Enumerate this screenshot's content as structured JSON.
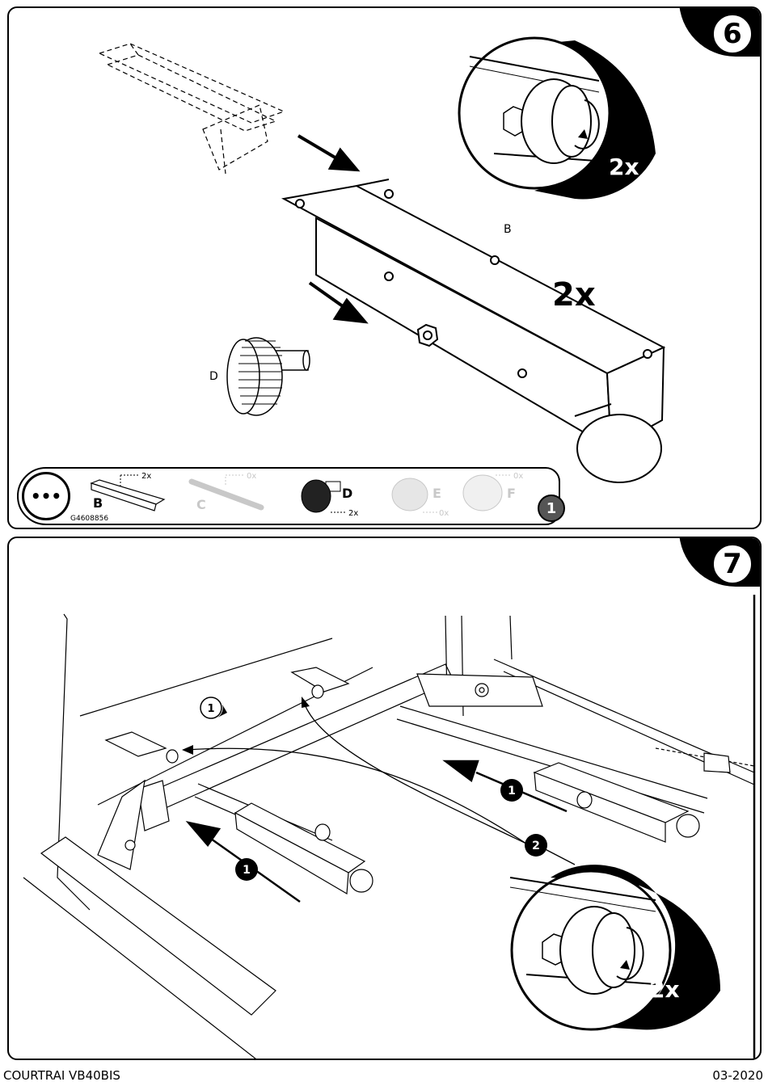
{
  "step6": {
    "number": "6",
    "labels": {
      "part_b": "B",
      "part_d": "D",
      "quantity": "2x",
      "detail_quantity": "2x"
    },
    "parts_strip": {
      "more_icon": "•••",
      "code": "G4608856",
      "sub_step": "1",
      "parts": [
        {
          "letter": "B",
          "qty": "2x",
          "active": true
        },
        {
          "letter": "C",
          "qty": "0x",
          "active": false
        },
        {
          "letter": "D",
          "qty": "2x",
          "active": true
        },
        {
          "letter": "E",
          "qty": "0x",
          "active": false
        },
        {
          "letter": "F",
          "qty": "0x",
          "active": false
        }
      ]
    }
  },
  "step7": {
    "number": "7",
    "markers": {
      "ref_one": "1",
      "push_one_a": "1",
      "push_one_b": "1",
      "tighten_two": "2"
    },
    "detail_quantity": "2x"
  },
  "footer": {
    "left": "COURTRAI VB40BIS",
    "right": "03-2020"
  },
  "colors": {
    "ink": "#000000",
    "paper": "#ffffff",
    "faded": "#c8c8c8"
  }
}
